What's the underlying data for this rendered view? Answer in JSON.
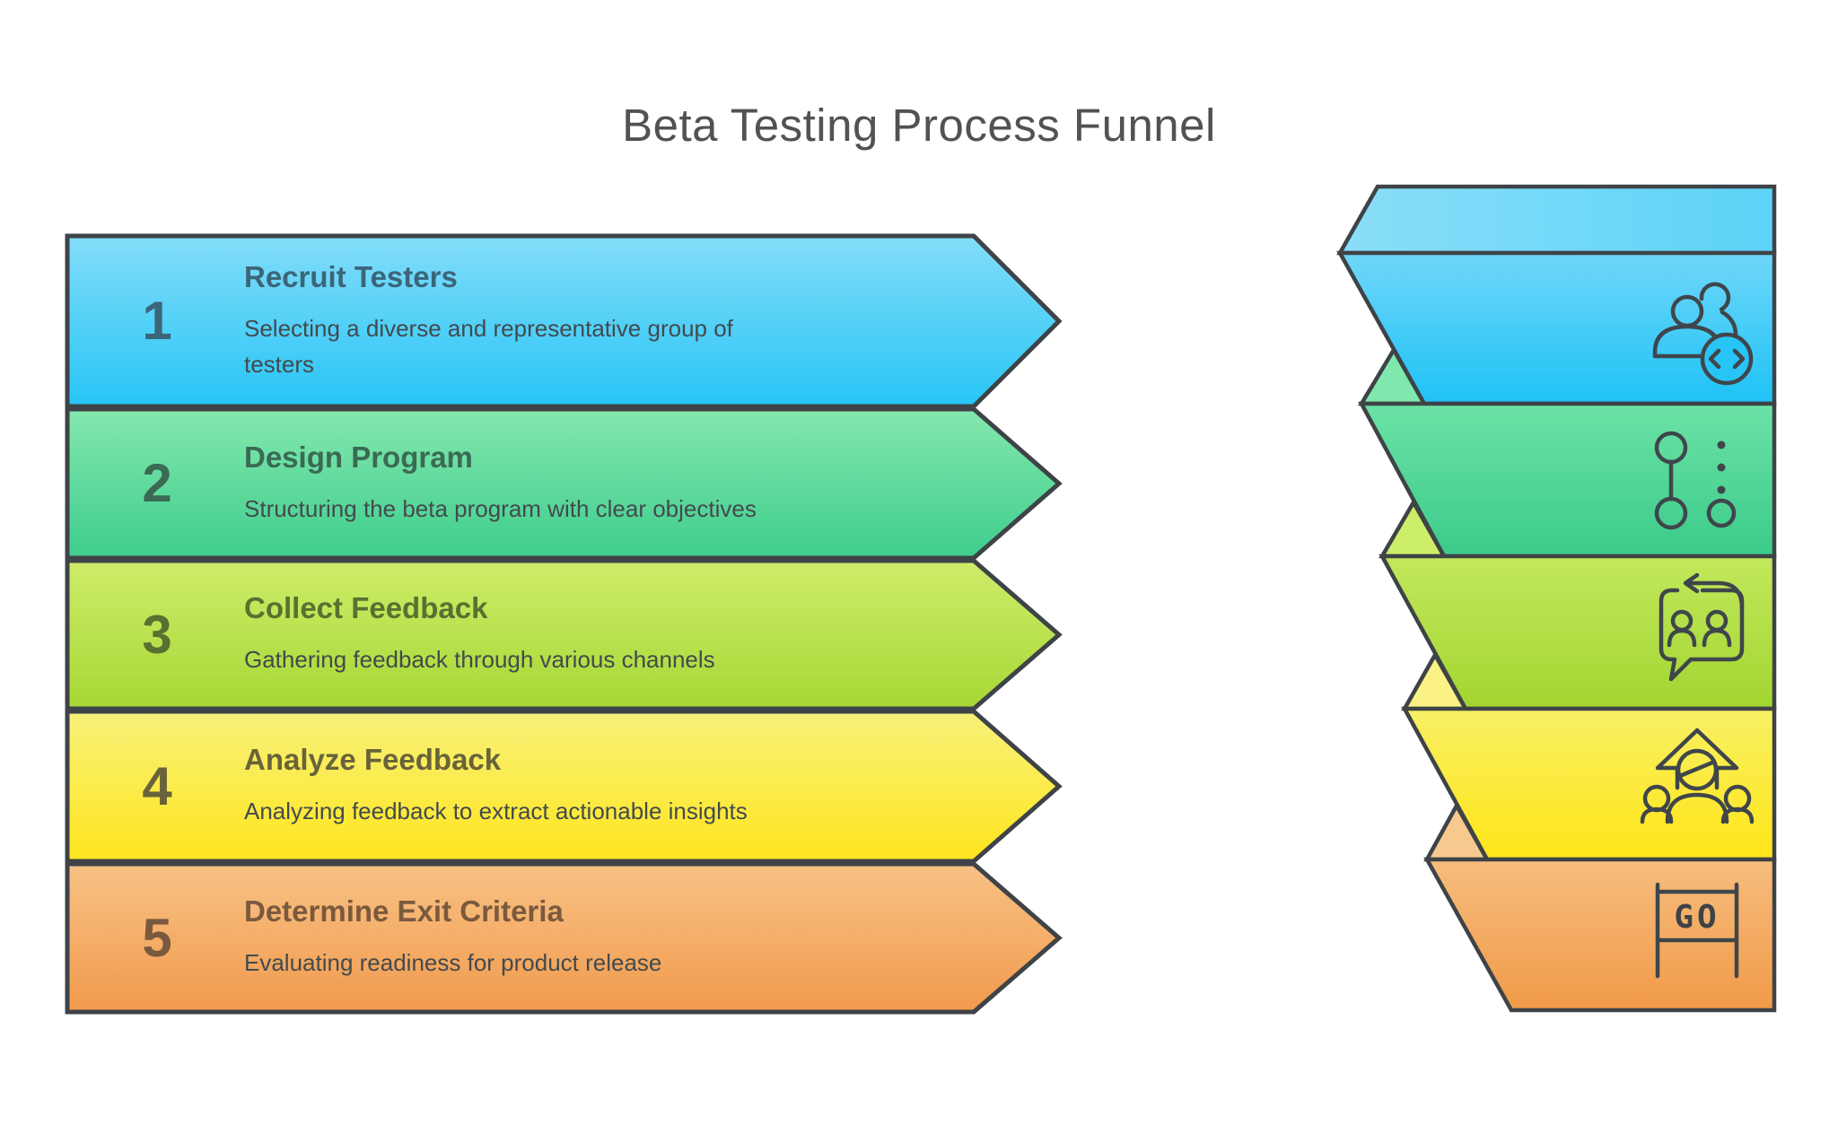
{
  "title": "Beta Testing Process Funnel",
  "steps": [
    {
      "number": "1",
      "title": "Recruit Testers",
      "description": "Selecting a diverse and representative group of testers",
      "description_lines": [
        "Selecting a diverse and representative group of",
        "testers"
      ],
      "color_top": "#83ddf8",
      "color_bottom": "#27c5f6",
      "text_color": "#3c6579"
    },
    {
      "number": "2",
      "title": "Design Program",
      "description": "Structuring the beta program with clear objectives",
      "description_lines": [
        "Structuring the beta program with clear objectives"
      ],
      "color_top": "#85e8ae",
      "color_bottom": "#3ecd8d",
      "text_color": "#3a6a54"
    },
    {
      "number": "3",
      "title": "Collect Feedback",
      "description": "Gathering feedback through various channels",
      "description_lines": [
        "Gathering feedback through various channels"
      ],
      "color_top": "#cfec6a",
      "color_bottom": "#a6d835",
      "text_color": "#5a7030"
    },
    {
      "number": "4",
      "title": "Analyze Feedback",
      "description": "Analyzing feedback to extract actionable insights",
      "description_lines": [
        "Analyzing feedback to extract actionable insights"
      ],
      "color_top": "#f7f17b",
      "color_bottom": "#ffe51d",
      "text_color": "#68633a"
    },
    {
      "number": "5",
      "title": "Determine Exit Criteria",
      "description": "Evaluating readiness for product release",
      "description_lines": [
        "Evaluating readiness for product release"
      ],
      "color_top": "#f8c285",
      "color_bottom": "#f19a4d",
      "text_color": "#7a5a3e"
    }
  ],
  "funnel": {
    "go_sign_label": "GO",
    "bands": [
      {
        "icon": "recruit-testers-icon",
        "color_top": "#6fd7f8",
        "color_bottom": "#1fc2f6"
      },
      {
        "icon": "design-program-icon",
        "color_top": "#6ce2a5",
        "color_bottom": "#3bcb8b"
      },
      {
        "icon": "collect-feedback-icon",
        "color_top": "#c3e85c",
        "color_bottom": "#a2d531"
      },
      {
        "icon": "analyze-feedback-icon",
        "color_top": "#f8f065",
        "color_bottom": "#ffe517"
      },
      {
        "icon": "exit-criteria-icon",
        "color_top": "#f7bd7e",
        "color_bottom": "#f09a48"
      }
    ],
    "fold_colors": [
      "#7fe9ad",
      "#cdee69",
      "#faf284",
      "#f8c98f"
    ],
    "top_strip_colors": [
      "#8adef8",
      "#5cd3f7"
    ]
  },
  "colors": {
    "outline_stroke": "#3e4347",
    "icon_stroke": "#3f464b",
    "title_text": "#525254",
    "description_text": "#434a4e",
    "background": "#ffffff"
  }
}
